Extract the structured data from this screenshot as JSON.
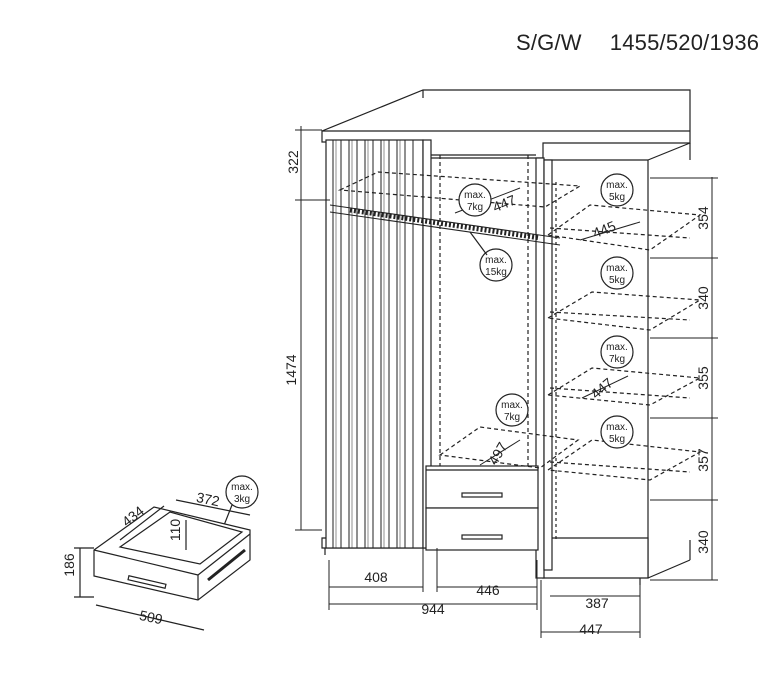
{
  "header": {
    "code": "S/G/W",
    "size": "1455/520/1936"
  },
  "dims": {
    "top_height": "322",
    "body_height": "1474",
    "shelf_1": "354",
    "shelf_2": "340",
    "shelf_3": "355",
    "shelf_4": "357",
    "shelf_5": "340",
    "left_width": "408",
    "middle_width": "446",
    "right_width": "387",
    "total_width": "944",
    "depth": "447",
    "rail_depth": "447",
    "mid_shelf_depth": "497",
    "right_top_depth": "445",
    "right_mid_depth": "447",
    "drawer_depth": "434",
    "drawer_inner_width": "372",
    "drawer_inner_height": "110",
    "drawer_height": "186",
    "drawer_width": "509"
  },
  "loads": {
    "max_label": "max.",
    "l1": "7kg",
    "l2": "15kg",
    "l3": "7kg",
    "r1": "5kg",
    "r2": "5kg",
    "r3": "7kg",
    "r4": "5kg",
    "drawer": "3kg"
  }
}
